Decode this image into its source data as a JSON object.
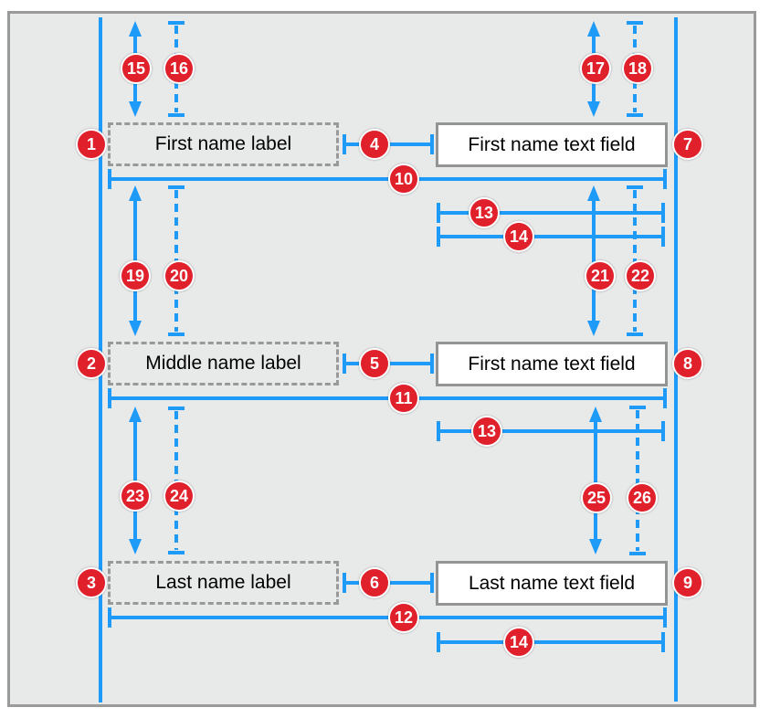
{
  "diagram": {
    "description": "Auto Layout constraint diagram with name labels and text fields",
    "rows": [
      {
        "label": "First name label",
        "field": "First name text field"
      },
      {
        "label": "Middle name label",
        "field": "First name text field"
      },
      {
        "label": "Last name label",
        "field": "Last name text field"
      }
    ],
    "badges": {
      "n1": "1",
      "n2": "2",
      "n3": "3",
      "n4": "4",
      "n5": "5",
      "n6": "6",
      "n7": "7",
      "n8": "8",
      "n9": "9",
      "n10": "10",
      "n11": "11",
      "n12": "12",
      "n13": "13",
      "n14": "14",
      "n15": "15",
      "n16": "16",
      "n17": "17",
      "n18": "18",
      "n19": "19",
      "n20": "20",
      "n21": "21",
      "n22": "22",
      "n23": "23",
      "n24": "24",
      "n25": "25",
      "n26": "26"
    },
    "colors": {
      "accent_blue": "#1E9AF8",
      "badge_red": "#E0202A",
      "canvas_bg": "#E8E9E9",
      "frame_border": "#9A9A9A",
      "box_border": "#999999",
      "text_color": "#000000"
    }
  }
}
